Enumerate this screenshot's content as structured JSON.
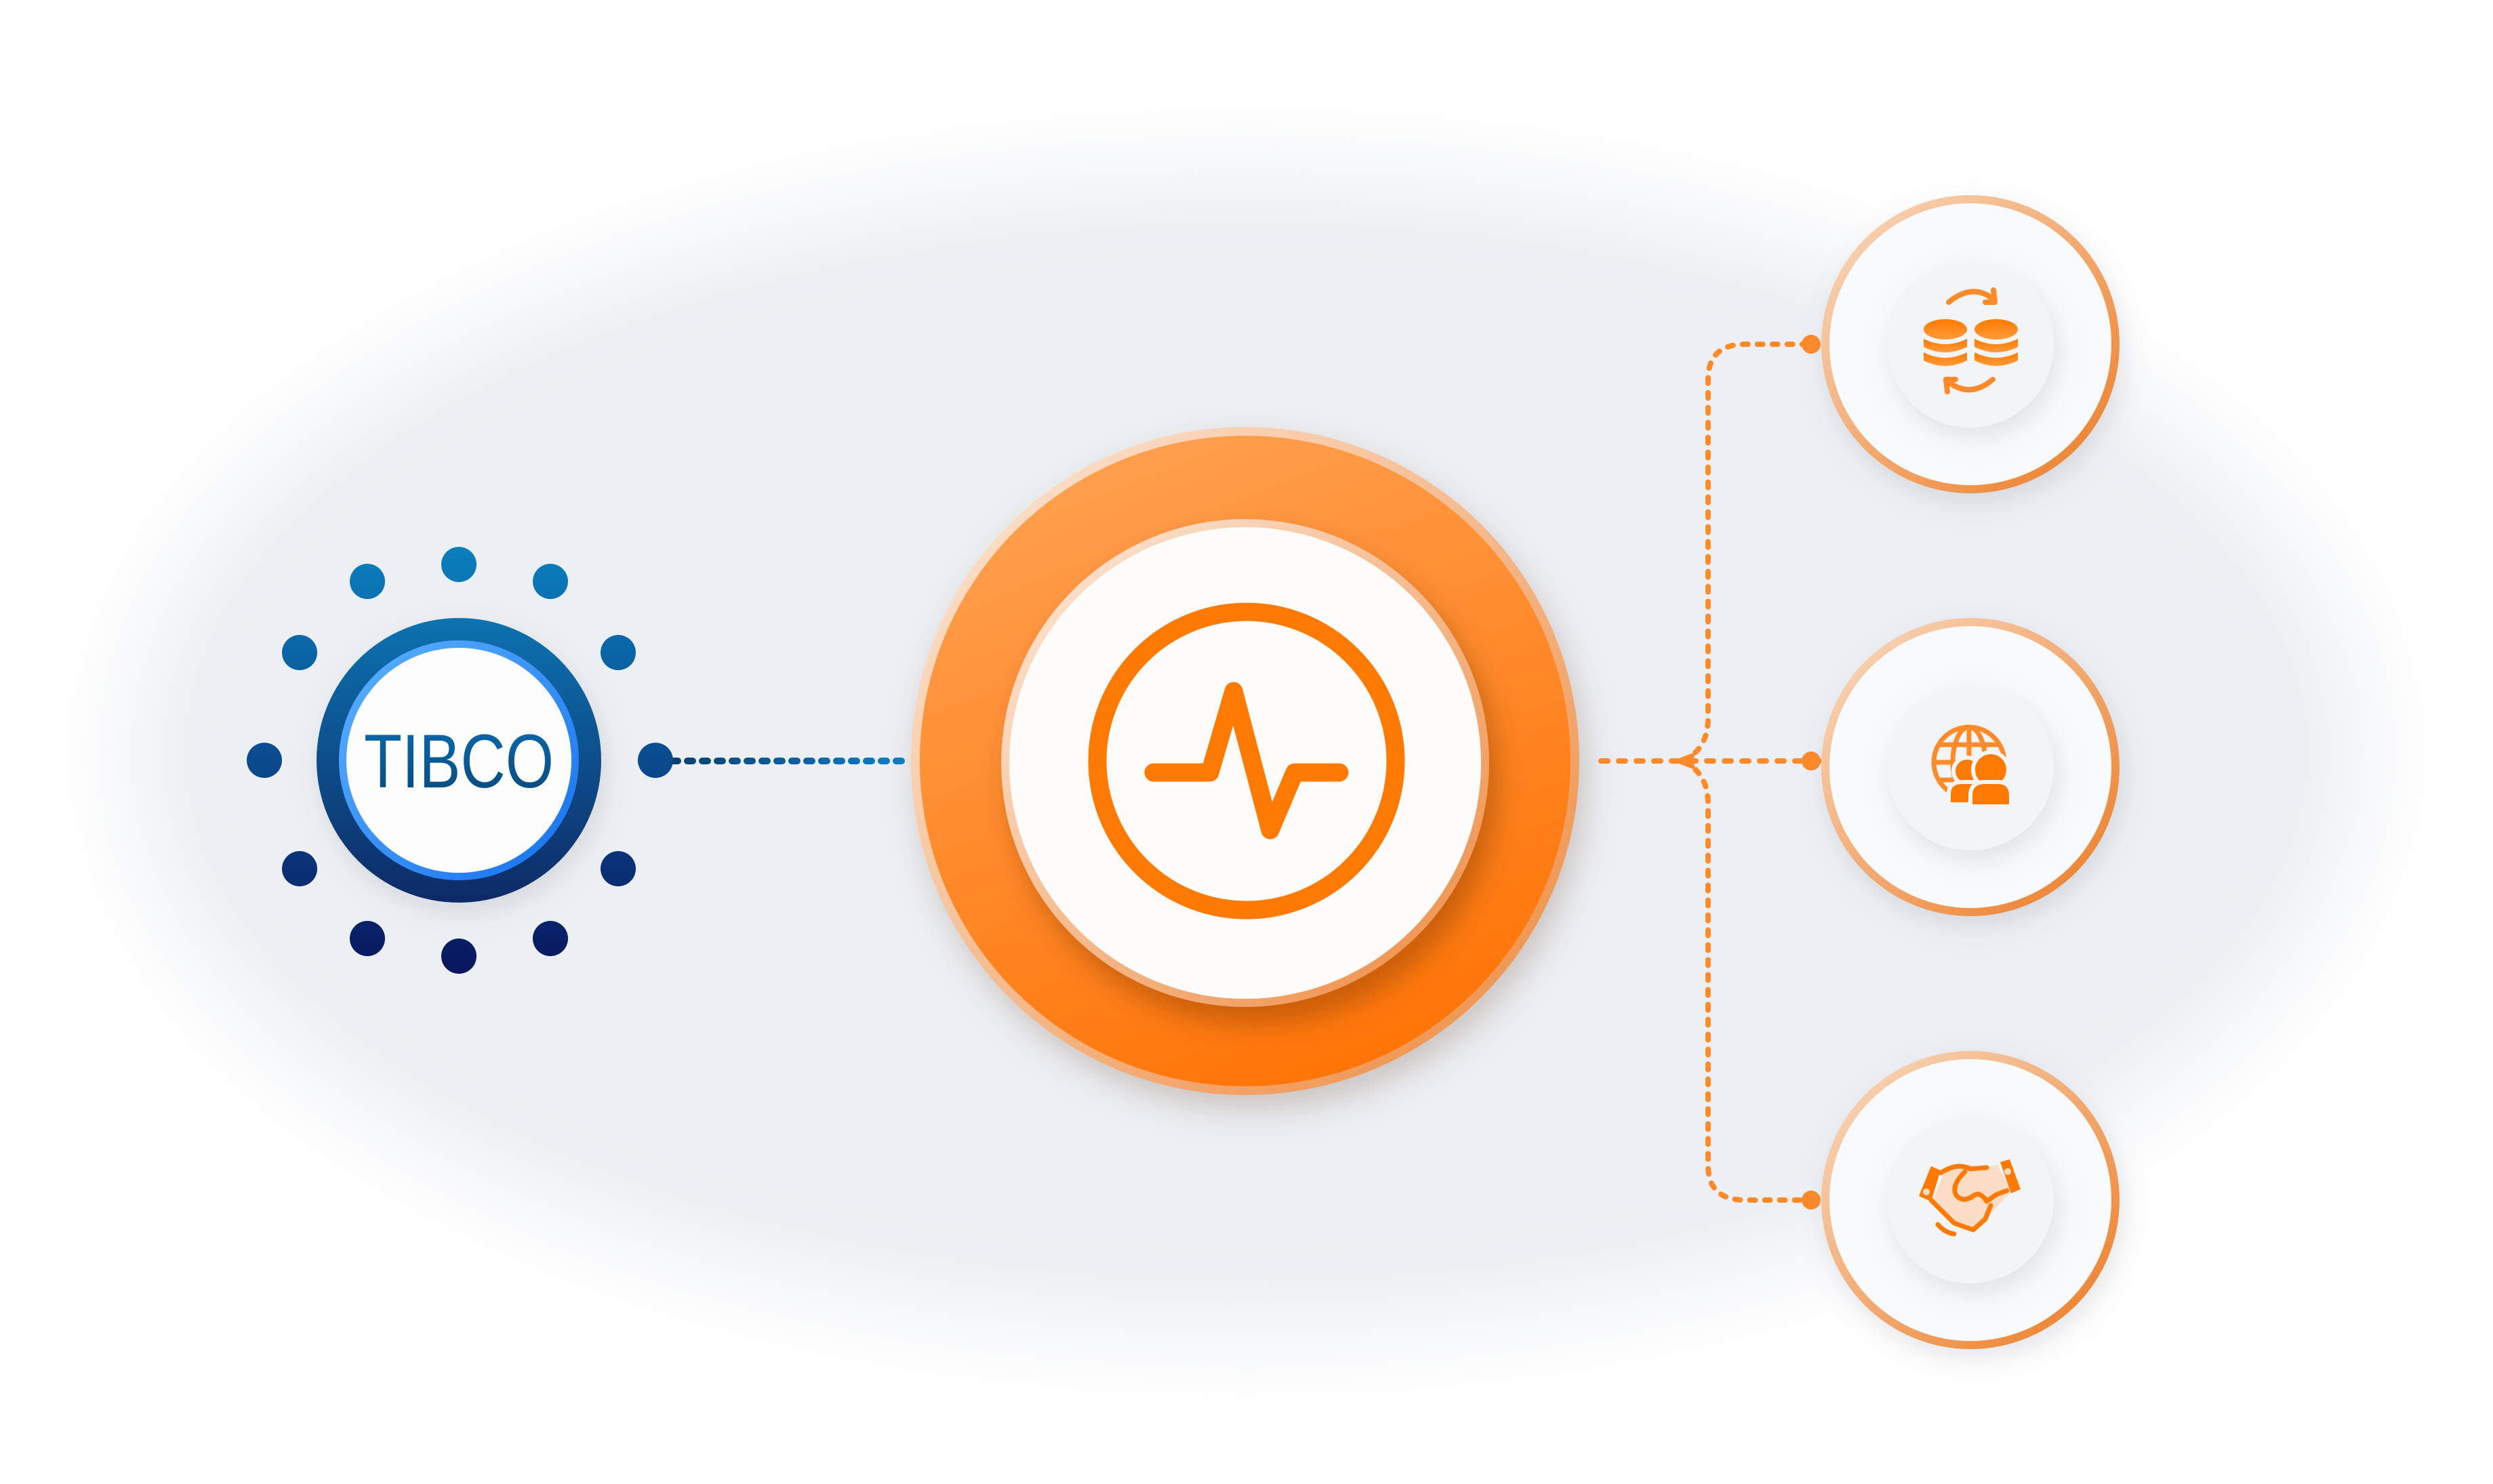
{
  "diagram": {
    "type": "integration-hub",
    "source": {
      "label": "TIBCO",
      "icon": "tibco-logo",
      "colors": {
        "ring_outer_top": "#0B78B8",
        "ring_outer_bottom": "#0B2A6B",
        "ring_inner": "#3E9BFF",
        "text": "#0A5A96",
        "dot_top": "#0B7CBA",
        "dot_bottom": "#0A1A5E"
      },
      "satellite_dot_count": 12
    },
    "hub": {
      "icon": "activity-pulse-icon",
      "colors": {
        "outer_top": "#FFA14E",
        "outer_bottom": "#FF7608",
        "inner": "#FFFFFF",
        "icon": "#FF7A00"
      }
    },
    "targets": [
      {
        "id": "data-sync",
        "icon": "database-sync-icon"
      },
      {
        "id": "global-users",
        "icon": "globe-users-icon"
      },
      {
        "id": "partnership",
        "icon": "handshake-icon"
      }
    ],
    "connectors": {
      "source_to_hub": {
        "style": "dotted",
        "color": "#0B5E9E"
      },
      "hub_to_targets": {
        "style": "dashed",
        "color": "#FF8A2A"
      }
    },
    "background": {
      "inner": "#ECEFF3",
      "outer": "#FFFFFF"
    }
  }
}
